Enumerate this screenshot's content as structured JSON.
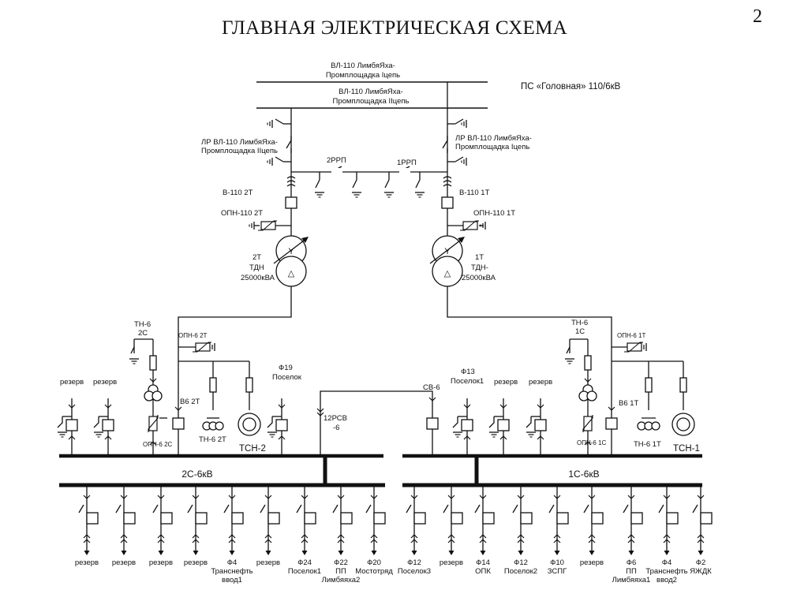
{
  "page": {
    "title": "ГЛАВНАЯ ЭЛЕКТРИЧЕСКАЯ СХЕМА",
    "number": "2"
  },
  "colors": {
    "line": "#111111",
    "background": "#ffffff"
  },
  "hv": {
    "station": "ПС «Головная» 110/6кВ",
    "line1": [
      "ВЛ-110 ЛимбяЯха-",
      "Промплощадка Iцепь"
    ],
    "line2": [
      "ВЛ-110 ЛимбяЯха-",
      "Промплощадка IIцепь"
    ],
    "disc_left": [
      "ЛР ВЛ-110 ЛимбяЯха-",
      "Промплощадка IIцепь"
    ],
    "disc_right": [
      "ЛР ВЛ-110 ЛимбяЯха-",
      "Промплощадка Iцепь"
    ],
    "bridge_2": "2РРП",
    "bridge_1": "1РРП",
    "breaker_2": "В-110 2Т",
    "breaker_1": "В-110 1Т",
    "arrester_2": "ОПН-110 2Т",
    "arrester_1": "ОПН-110 1Т",
    "transformer_2": [
      "2Т",
      "ТДН",
      "25000кВА"
    ],
    "transformer_1": [
      "1Т",
      "ТДН-",
      "25000кВА"
    ]
  },
  "lv": {
    "bus_2": "2С-6кВ",
    "bus_1": "1С-6кВ",
    "tn_2": [
      "ТН-6",
      "2С"
    ],
    "tn_1": [
      "ТН-6",
      "1С"
    ],
    "opn6_2t": "ОПН-6 2Т",
    "opn6_1t": "ОПН-6 1Т",
    "opn6_2s": "ОПН-6 2С",
    "opn6_1s": "ОПН-6 1С",
    "b6_2t": "В6 2Т",
    "b6_1t": "В6 1Т",
    "tn6_2t": "ТН-6 2Т",
    "tn6_1t": "ТН-6 1Т",
    "tsn_2": "ТСН-2",
    "tsn_1": "ТСН-1",
    "rsv": [
      "12РСВ",
      "-6"
    ],
    "sv": "СВ-6",
    "reserve": "резерв",
    "f19": [
      "Ф19",
      "Поселок"
    ],
    "f13": [
      "Ф13",
      "Поселок1"
    ]
  },
  "outgoing_feeders": [
    {
      "id": "of1",
      "lines": [
        "резерв"
      ]
    },
    {
      "id": "of2",
      "lines": [
        "резерв"
      ]
    },
    {
      "id": "of3",
      "lines": [
        "резерв"
      ]
    },
    {
      "id": "of4",
      "lines": [
        "резерв"
      ]
    },
    {
      "id": "of5",
      "lines": [
        "Ф4",
        "Транснефть",
        "ввод1"
      ]
    },
    {
      "id": "of6",
      "lines": [
        "резерв"
      ]
    },
    {
      "id": "of7",
      "lines": [
        "Ф24",
        "Поселок1"
      ]
    },
    {
      "id": "of8",
      "lines": [
        "Ф22",
        "ПП",
        "Лимбяяха2"
      ]
    },
    {
      "id": "of9",
      "lines": [
        "Ф20",
        "Мостотряд"
      ]
    },
    {
      "id": "of10",
      "lines": [
        "Ф12",
        "Поселок3"
      ]
    },
    {
      "id": "of11",
      "lines": [
        "резерв"
      ]
    },
    {
      "id": "of12",
      "lines": [
        "Ф14",
        "ОПК"
      ]
    },
    {
      "id": "of13",
      "lines": [
        "Ф12",
        "Поселок2"
      ]
    },
    {
      "id": "of14",
      "lines": [
        "Ф10",
        "ЗСПГ"
      ]
    },
    {
      "id": "of15",
      "lines": [
        "резерв"
      ]
    },
    {
      "id": "of16",
      "lines": [
        "Ф6",
        "ПП",
        "Лимбяяха1"
      ]
    },
    {
      "id": "of17",
      "lines": [
        "Ф4",
        "Транснефть",
        "ввод2"
      ]
    },
    {
      "id": "of18",
      "lines": [
        "Ф2",
        "ЯЖДК"
      ]
    }
  ]
}
